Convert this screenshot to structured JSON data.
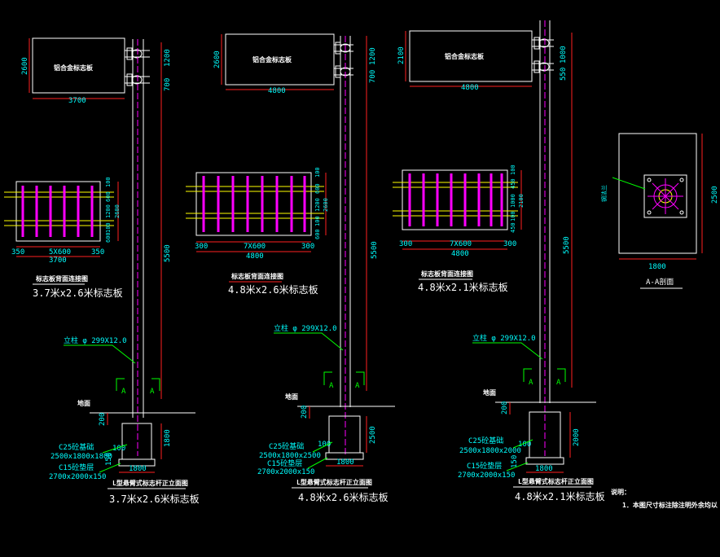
{
  "colors": {
    "background": "#000000",
    "outline": "#ffffff",
    "dimension": "#ff2020",
    "dim_text": "#00ffff",
    "leader": "#00ff00",
    "rib": "#ff00ff",
    "bar": "#ffff00"
  },
  "d1": {
    "panel_label": "铝合金标志板",
    "dim_panel_h": "2600",
    "dim_panel_w": "3700",
    "dim_top": "1200",
    "dim_mid": "700",
    "dim_col": "5500",
    "frame_dims": [
      "100",
      "600",
      "1200",
      "2600",
      "100",
      "600",
      "100"
    ],
    "frame_bottom": [
      "350",
      "5X600",
      "350"
    ],
    "frame_total": "3700",
    "frame_caption": "标志板背面连接图",
    "frame_size": "3.7米x2.6米标志板",
    "pole_note": "立柱 φ 299X12.0",
    "ground": "地面",
    "dim_200": "200",
    "dim_1800v": "1800",
    "c25": "C25砼基础",
    "c25_size": "2500x1800x1800",
    "c15": "C15砼垫层",
    "c15_size": "2700x2000x150",
    "dim_100": "100",
    "dim_150": "150",
    "dim_1800": "1800",
    "section_mark": "A",
    "caption": "L型悬臂式标志杆正立面图",
    "size": "3.7米x2.6米标志板"
  },
  "d2": {
    "panel_label": "铝合金标志板",
    "dim_panel_h": "2600",
    "dim_panel_w": "4800",
    "dim_top": "1200",
    "dim_mid": "700",
    "dim_col": "5500",
    "frame_dims": [
      "100",
      "600",
      "1200",
      "2600",
      "100",
      "600",
      "100"
    ],
    "frame_bottom": [
      "300",
      "7X600",
      "300"
    ],
    "frame_total": "4800",
    "frame_caption": "标志板背面连接图",
    "frame_size": "4.8米x2.6米标志板",
    "pole_note": "立柱 φ 299X12.0",
    "ground": "地面",
    "dim_200": "200",
    "dim_2500v": "2500",
    "c25": "C25砼基础",
    "c25_size": "2500x1800x2500",
    "c15": "C15砼垫层",
    "c15_size": "2700x2000x150",
    "dim_100": "100",
    "dim_1800": "1800",
    "section_mark": "A",
    "caption": "L型悬臂式标志杆正立面图",
    "size": "4.8米x2.6米标志板"
  },
  "d3": {
    "panel_label": "铝合金标志板",
    "dim_panel_h": "2100",
    "dim_panel_w": "4800",
    "dim_top": "1000",
    "dim_mid": "550",
    "dim_col": "5500",
    "frame_dims": [
      "100",
      "450",
      "1000",
      "2100",
      "100",
      "450",
      "100"
    ],
    "frame_bottom": [
      "300",
      "7X600",
      "300"
    ],
    "frame_total": "4800",
    "frame_caption": "标志板背面连接图",
    "frame_size": "4.8米x2.1米标志板",
    "pole_note": "立柱 φ 299X12.0",
    "ground": "地面",
    "dim_200": "200",
    "dim_2000v": "2000",
    "c25": "C25砼基础",
    "c25_size": "2500x1800x2000",
    "c15": "C15砼垫层",
    "c15_size": "2700x2000x150",
    "dim_100": "100",
    "dim_150": "150",
    "dim_1800": "1800",
    "section_mark": "A",
    "caption": "L型悬臂式标志杆正立面图",
    "size": "4.8米x2.1米标志板"
  },
  "section": {
    "label": "A-A剖面",
    "dim_w": "1800",
    "dim_h": "2500",
    "note": "钢法兰"
  },
  "notes": {
    "title": "说明：",
    "line1": "1．本图尺寸标注除注明外余均以"
  }
}
